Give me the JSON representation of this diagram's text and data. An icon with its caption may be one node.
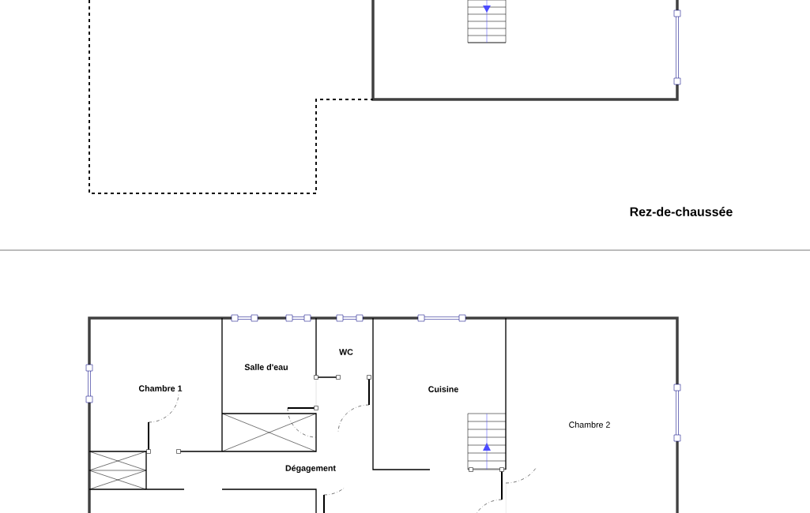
{
  "diagram": {
    "labels": [
      "Rez-de-chaussée",
      "Chambre 1",
      "Salle d'eau",
      "WC",
      "Cuisine",
      "Chambre 2",
      "Dégagement"
    ]
  }
}
